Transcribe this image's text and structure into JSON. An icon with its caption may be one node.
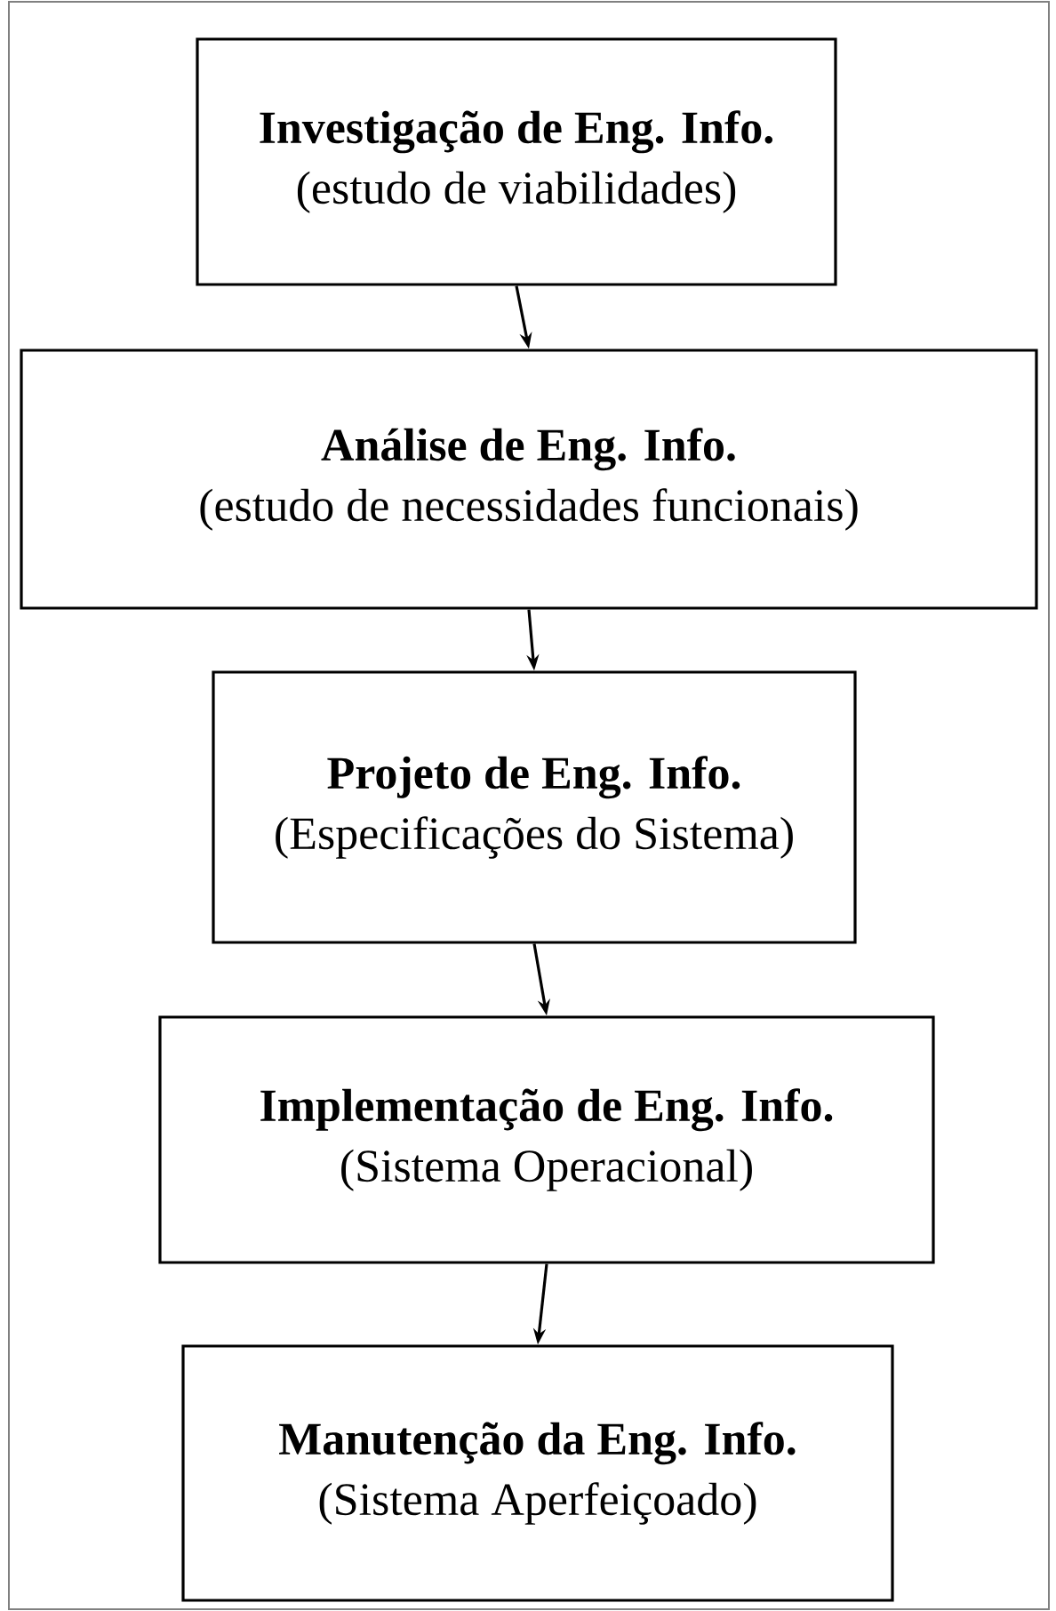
{
  "diagram": {
    "nodes": [
      {
        "text": [
          "Investigação de Eng. Info.",
          "(estudo de viabilidades)"
        ]
      },
      {
        "text": [
          "Análise de Eng. Info.",
          "(estudo de necessidades funcionais)"
        ]
      },
      {
        "text": [
          "Projeto de Eng. Info.",
          "(Especificações do Sistema)"
        ]
      },
      {
        "text": [
          "Implementação de Eng. Info.",
          "(Sistema Operacional)"
        ]
      },
      {
        "text": [
          "Manutenção da Eng. Info.",
          "(Sistema Aperfeiçoado)"
        ]
      }
    ],
    "edges": [
      {
        "from": 0,
        "to": 1,
        "arrow": "to"
      },
      {
        "from": 1,
        "to": 2,
        "arrow": "to"
      },
      {
        "from": 2,
        "to": 3,
        "arrow": "to"
      },
      {
        "from": 3,
        "to": 4,
        "arrow": "to"
      }
    ]
  }
}
